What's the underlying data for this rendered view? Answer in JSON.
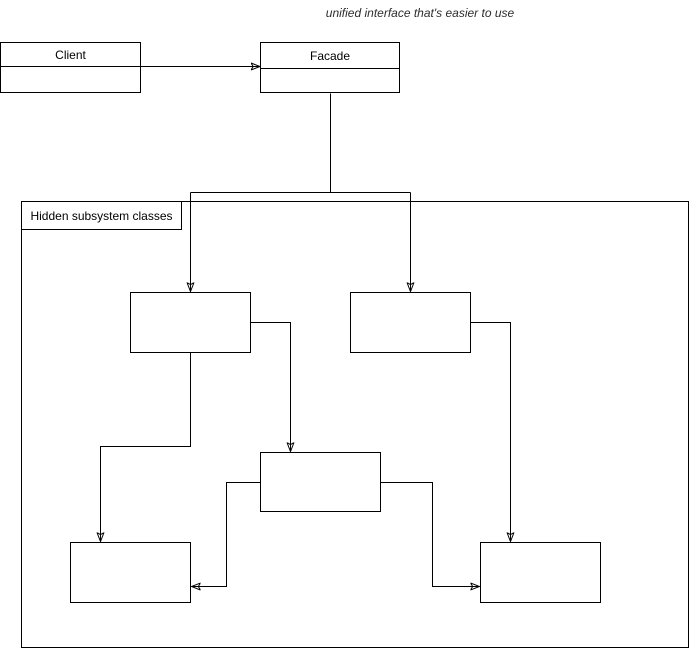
{
  "caption": {
    "text": "unified interface that's easier to use"
  },
  "nodes": {
    "client": {
      "label": "Client",
      "type": "uml-class"
    },
    "facade": {
      "label": "Facade",
      "type": "uml-class"
    },
    "subsystem_top_left": {
      "label": "",
      "type": "box"
    },
    "subsystem_top_right": {
      "label": "",
      "type": "box"
    },
    "subsystem_middle": {
      "label": "",
      "type": "box"
    },
    "subsystem_bottom_left": {
      "label": "",
      "type": "box"
    },
    "subsystem_bottom_right": {
      "label": "",
      "type": "box"
    }
  },
  "group": {
    "label": "Hidden subsystem classes"
  },
  "edges": [
    {
      "from": "client",
      "to": "facade"
    },
    {
      "from": "facade",
      "to": "subsystem_top_left"
    },
    {
      "from": "facade",
      "to": "subsystem_top_right"
    },
    {
      "from": "subsystem_top_left",
      "to": "subsystem_middle"
    },
    {
      "from": "subsystem_top_left",
      "to": "subsystem_bottom_left"
    },
    {
      "from": "subsystem_middle",
      "to": "subsystem_bottom_left"
    },
    {
      "from": "subsystem_top_right",
      "to": "subsystem_bottom_right"
    },
    {
      "from": "subsystem_middle",
      "to": "subsystem_bottom_right"
    }
  ],
  "colors": {
    "background": "#ffffff",
    "stroke": "#000000",
    "text": "#000000"
  }
}
